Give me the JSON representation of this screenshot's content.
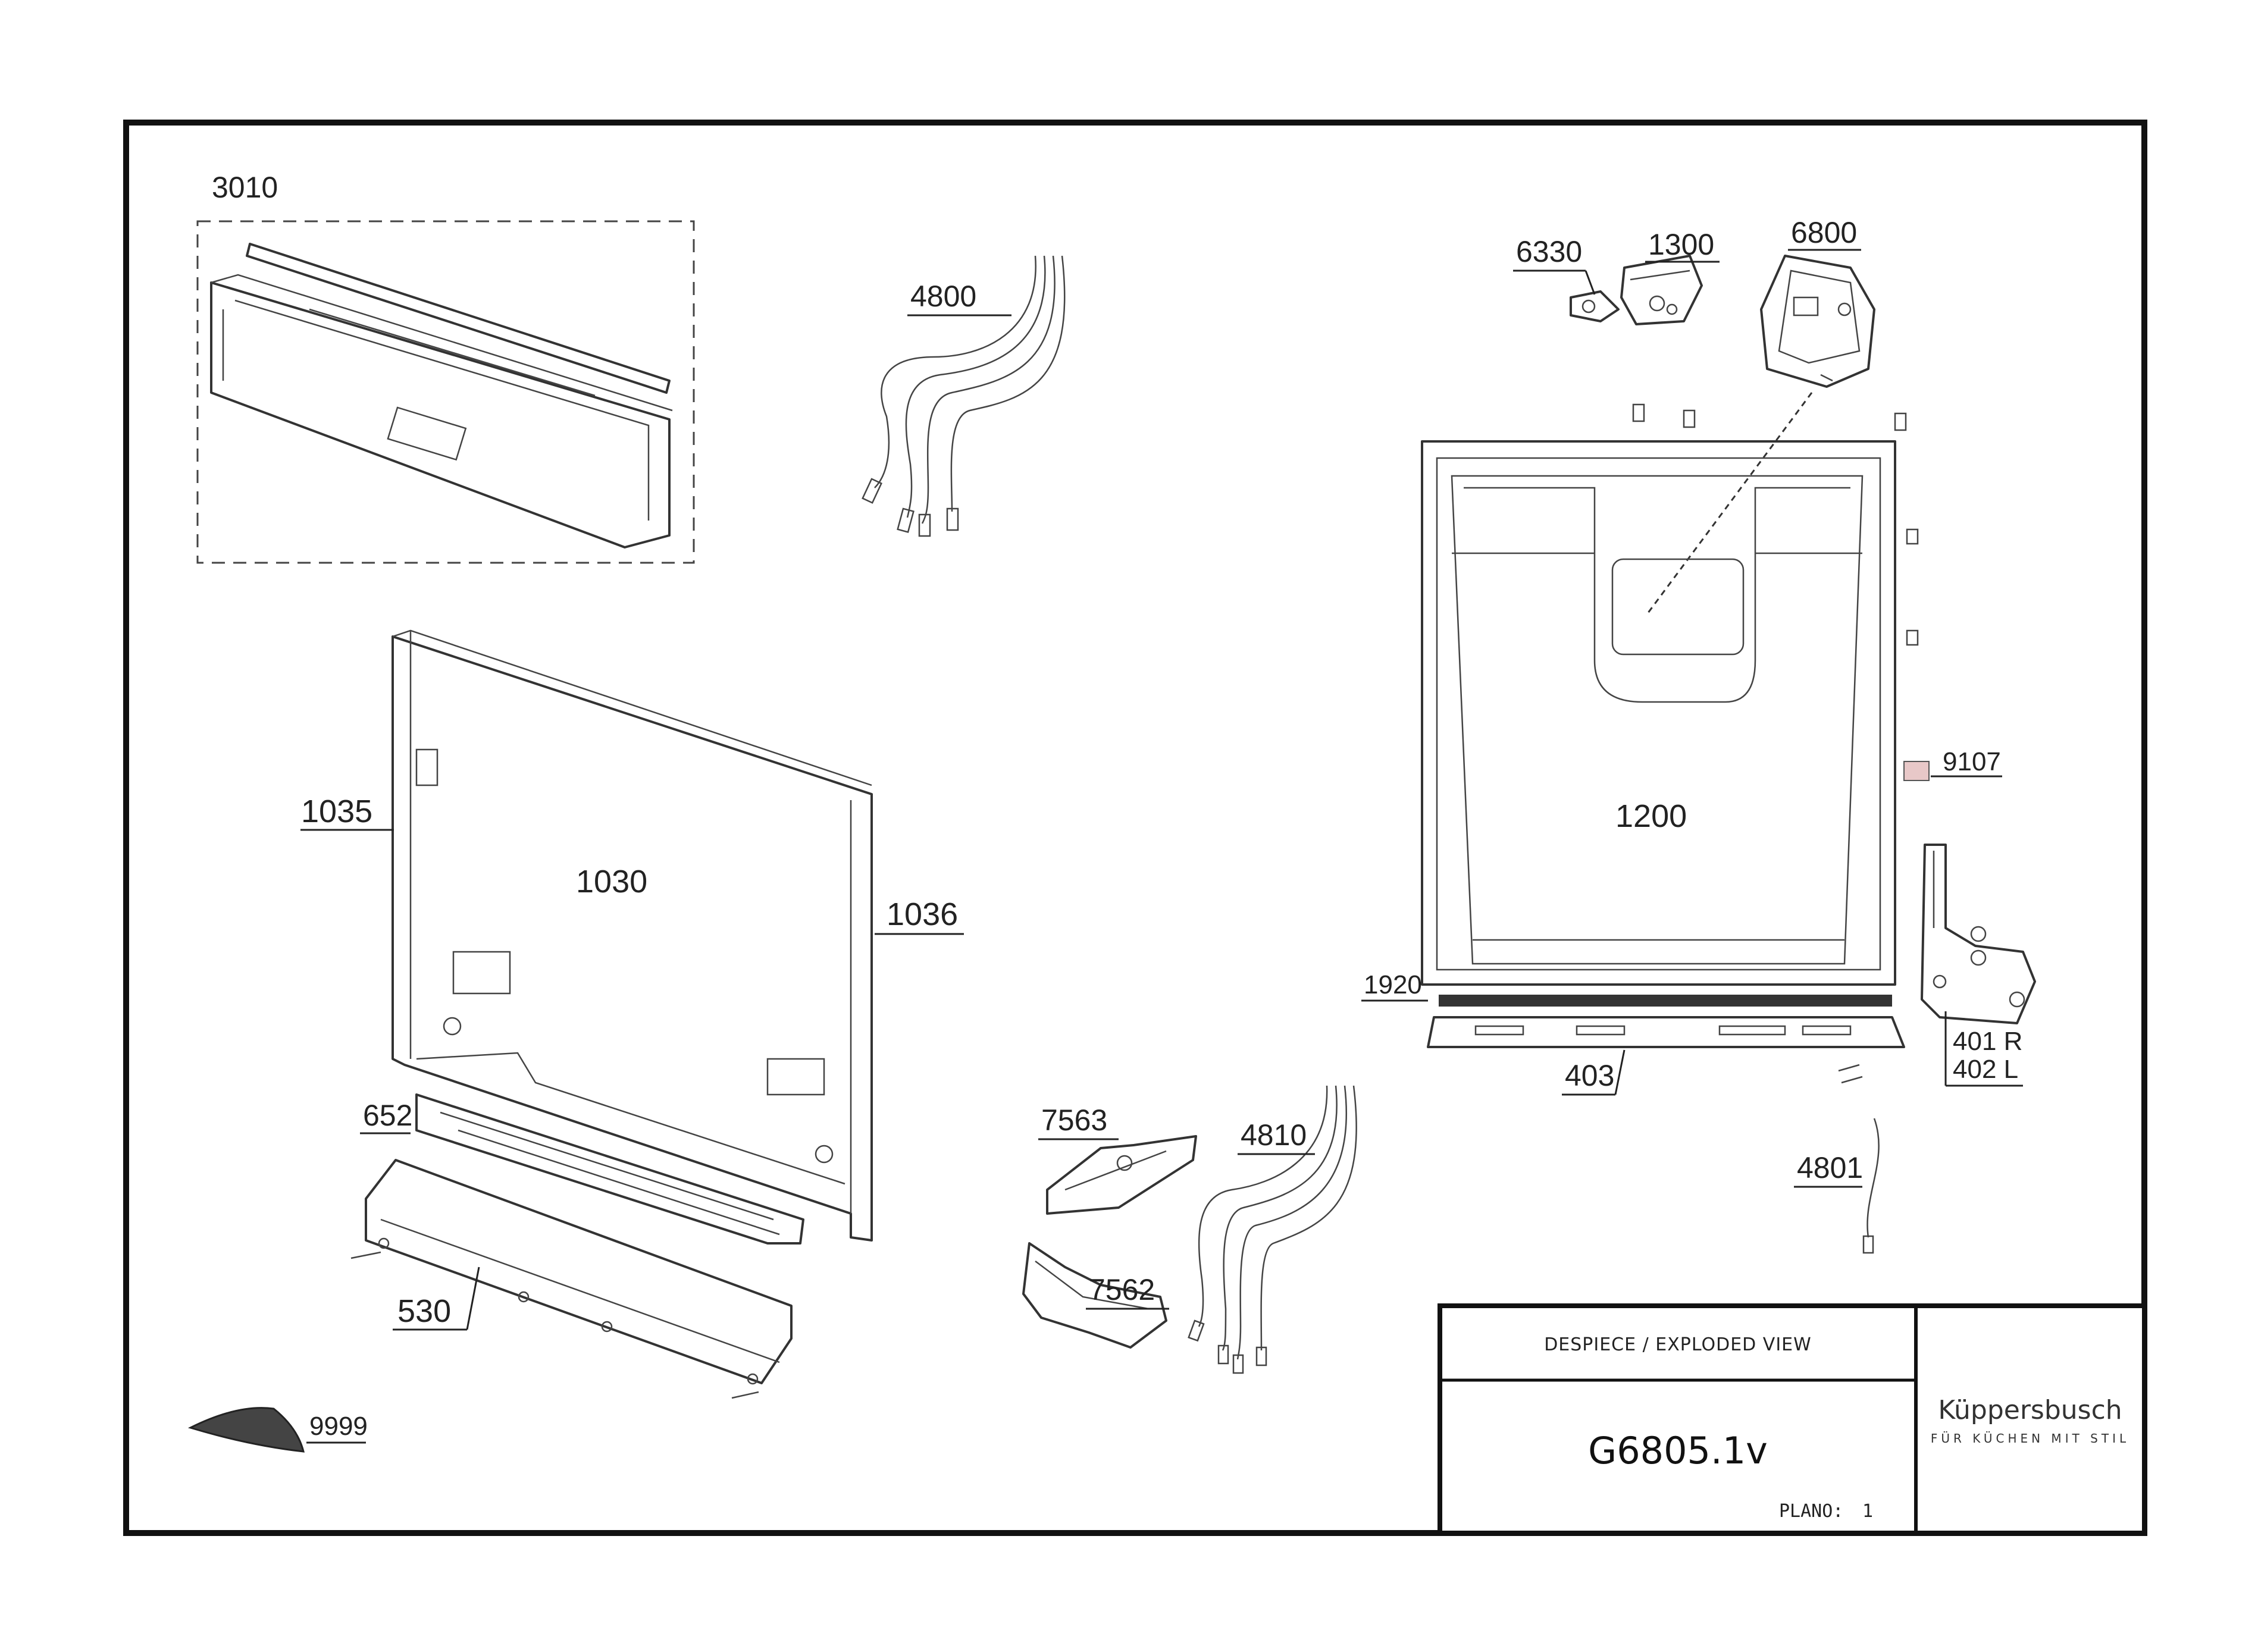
{
  "sheet": {
    "header": "DESPIECE / EXPLODED VIEW",
    "model": "G6805.1v",
    "plano_label": "PLANO:",
    "plano_value": "1",
    "brand": "Küppersbusch",
    "tagline": "FÜR KÜCHEN MIT STIL"
  },
  "callouts": {
    "p3010": "3010",
    "p4800": "4800",
    "p6330": "6330",
    "p1300": "1300",
    "p6800": "6800",
    "p1035": "1035",
    "p1030": "1030",
    "p1036": "1036",
    "p1200": "1200",
    "p9107": "9107",
    "p1920": "1920",
    "p401r": "401 R",
    "p402l": "402 L",
    "p403": "403",
    "p652": "652",
    "p7563": "7563",
    "p4810": "4810",
    "p4801": "4801",
    "p7562": "7562",
    "p530": "530",
    "p9999": "9999"
  }
}
